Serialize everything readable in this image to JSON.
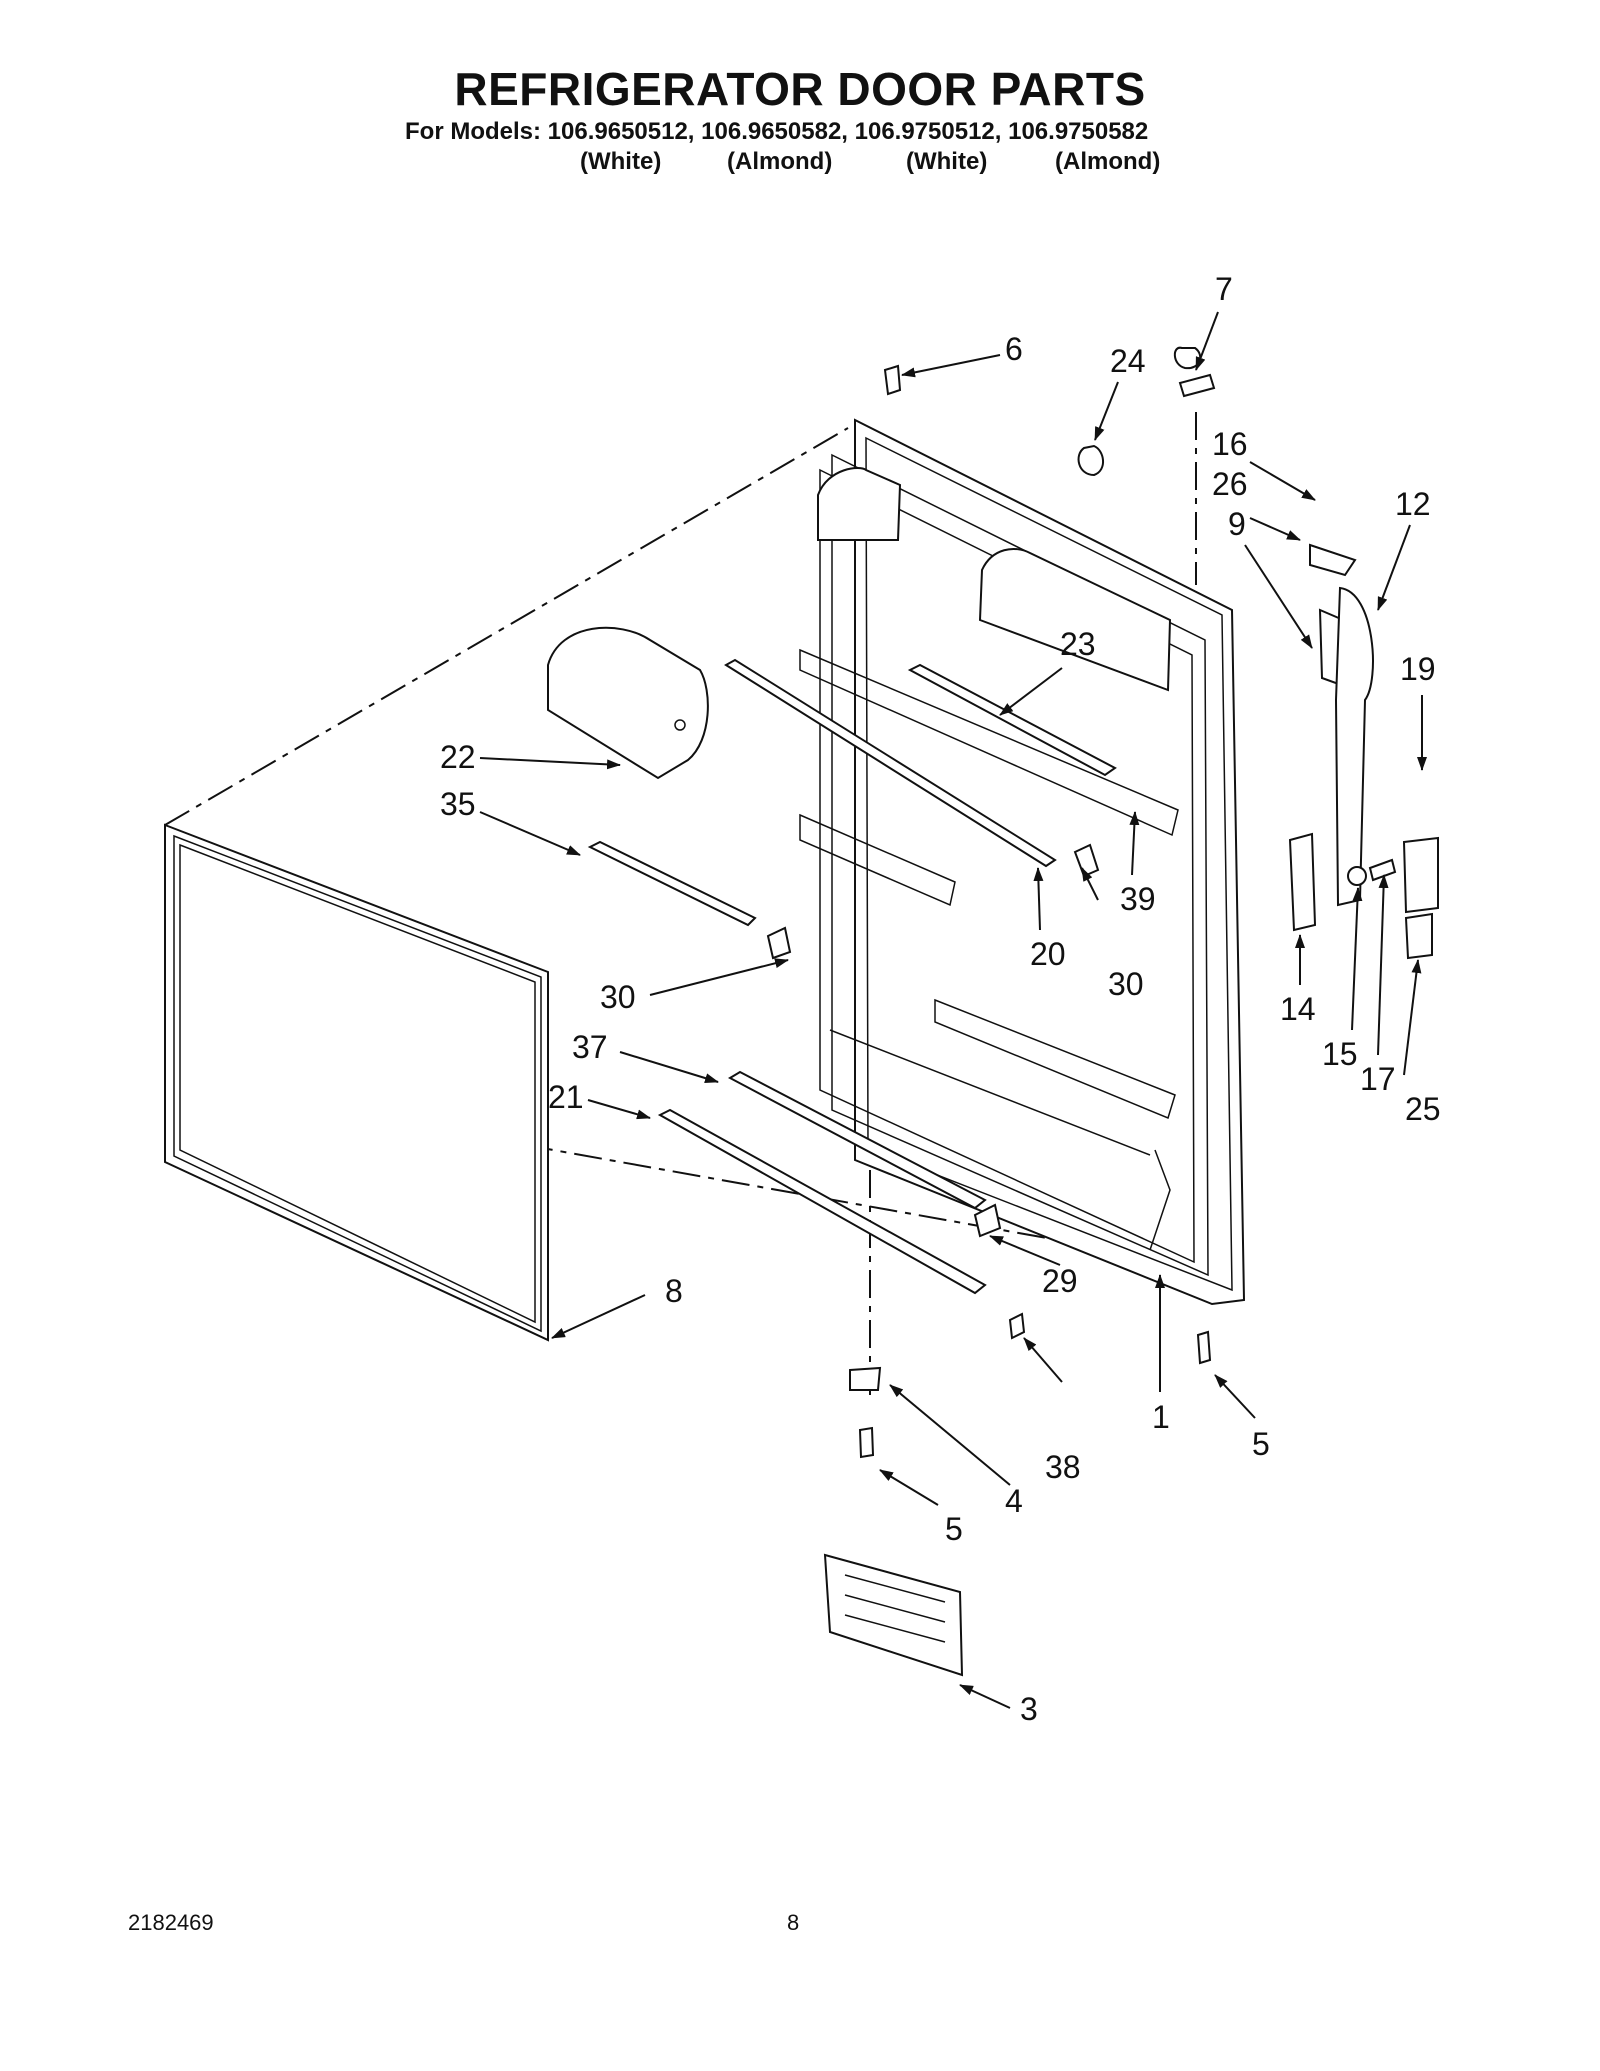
{
  "header": {
    "title": "REFRIGERATOR DOOR PARTS",
    "models_line": "For Models: 106.9650512, 106.9650582, 106.9750512, 106.9750582",
    "colors": [
      "(White)",
      "(Almond)",
      "(White)",
      "(Almond)"
    ]
  },
  "callouts": {
    "c1": "1",
    "c3": "3",
    "c4": "4",
    "c5a": "5",
    "c5b": "5",
    "c6": "6",
    "c7": "7",
    "c8": "8",
    "c9": "9",
    "c12": "12",
    "c14": "14",
    "c15": "15",
    "c16": "16",
    "c17": "17",
    "c19": "19",
    "c20": "20",
    "c21": "21",
    "c22": "22",
    "c23": "23",
    "c24": "24",
    "c25": "25",
    "c26": "26",
    "c29": "29",
    "c30a": "30",
    "c30b": "30",
    "c35": "35",
    "c37": "37",
    "c38": "38",
    "c39": "39"
  },
  "footer": {
    "doc_number": "2182469",
    "page_number": "8"
  }
}
